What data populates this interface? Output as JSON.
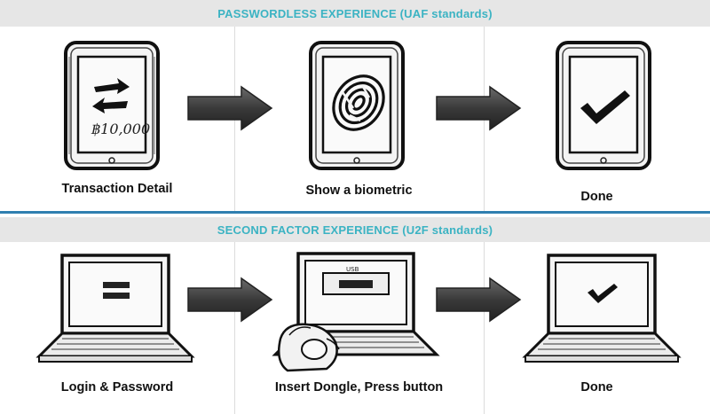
{
  "sections": [
    {
      "title": "PASSWORDLESS EXPERIENCE (UAF standards)",
      "steps": [
        {
          "label": "Transaction Detail",
          "icon": "tablet-transaction-icon",
          "amount_text": "฿10,000"
        },
        {
          "label": "Show a biometric",
          "icon": "tablet-fingerprint-icon"
        },
        {
          "label": "Done",
          "icon": "tablet-checkmark-icon"
        }
      ]
    },
    {
      "title": "SECOND FACTOR EXPERIENCE (U2F standards)",
      "steps": [
        {
          "label": "Login & Password",
          "icon": "laptop-login-icon"
        },
        {
          "label": "Insert Dongle, Press button",
          "icon": "laptop-dongle-icon",
          "port_text": "USB"
        },
        {
          "label": "Done",
          "icon": "laptop-checkmark-icon"
        }
      ]
    }
  ],
  "colors": {
    "accent_title": "#3bb3c3",
    "band": "#e6e6e6",
    "divider": "#2f7fb0"
  }
}
